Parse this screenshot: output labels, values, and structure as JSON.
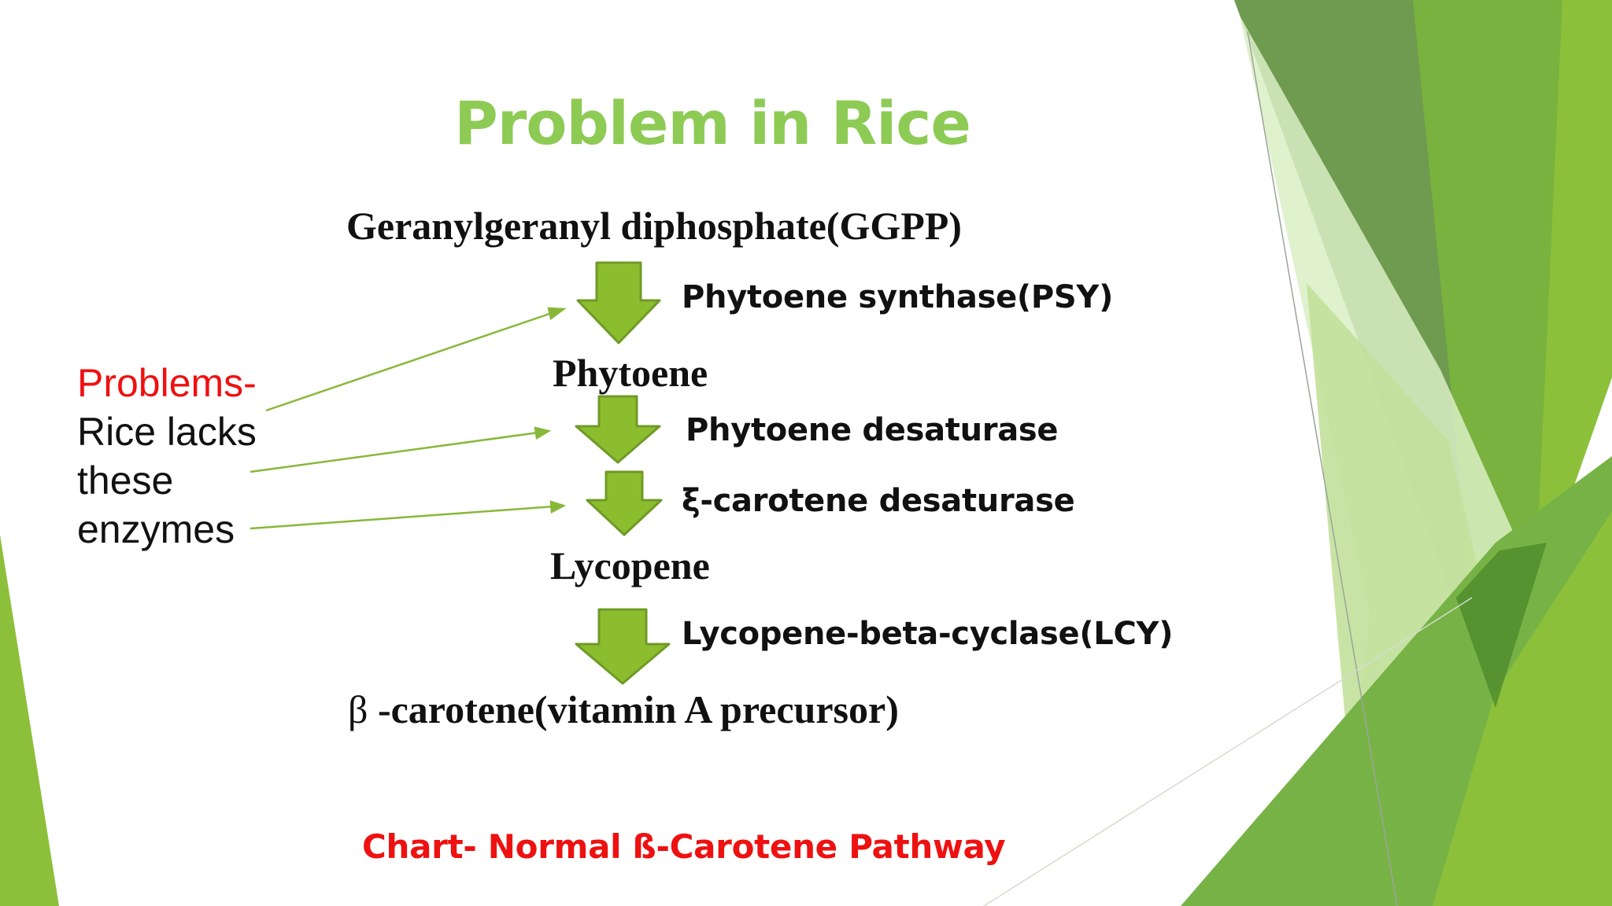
{
  "title": "Problem in Rice",
  "pathway": {
    "steps": [
      "Geranylgeranyl diphosphate(GGPP)",
      "Phytoene",
      "Lycopene",
      "-carotene(vitamin A precursor)"
    ],
    "beta_symbol": "β",
    "enzymes": [
      "Phytoene synthase(PSY)",
      "Phytoene desaturase",
      "ξ-carotene desaturase",
      "Lycopene-beta-cyclase(LCY)"
    ]
  },
  "problem_note": {
    "heading": "Problems-",
    "lines": [
      "Rice lacks",
      "these",
      "enzymes"
    ]
  },
  "caption": "Chart-  Normal ß-Carotene Pathway",
  "colors": {
    "title": "#8dcb55",
    "red": "#ee1111",
    "arrow_fill": "#8cbd2f",
    "arrow_stroke": "#6f9a26",
    "pointer_line": "#88b83a",
    "deco_dark": "#6e9b4f",
    "deco_mid": "#7ab541",
    "deco_light": "#c9e3a5",
    "deco_bright": "#8dc03a"
  },
  "icons": [
    "down-arrow-icon",
    "pointer-arrow-icon"
  ]
}
